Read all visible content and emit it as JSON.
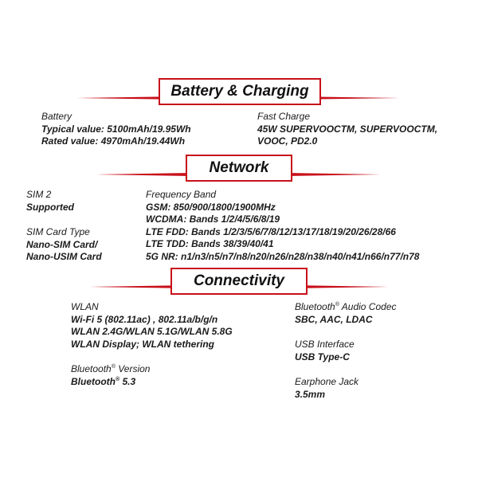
{
  "sections": {
    "battery": {
      "title": "Battery & Charging",
      "left": {
        "heading": "Battery",
        "lines": [
          "Typical value: 5100mAh/19.95Wh",
          "Rated value: 4970mAh/19.44Wh"
        ]
      },
      "right": {
        "heading": "Fast Charge",
        "lines": [
          "45W SUPERVOOCTM, SUPERVOOCTM,",
          "VOOC, PD2.0"
        ]
      }
    },
    "network": {
      "title": "Network",
      "sim": {
        "lines": [
          "SIM 2",
          "Supported"
        ]
      },
      "sim_type": {
        "lines": [
          "SIM Card Type",
          "Nano-SIM Card/",
          "Nano-USIM Card"
        ]
      },
      "bands": {
        "lines": [
          "Frequency Band",
          "GSM: 850/900/1800/1900MHz",
          "WCDMA: Bands 1/2/4/5/6/8/19",
          "LTE FDD: Bands 1/2/3/5/6/7/8/12/13/17/18/19/20/26/28/66",
          "LTE TDD: Bands 38/39/40/41",
          "5G NR: n1/n3/n5/n7/n8/n20/n26/n28/n38/n40/n41/n66/n77/n78"
        ]
      }
    },
    "connectivity": {
      "title": "Connectivity",
      "wlan": {
        "lines": [
          "WLAN",
          "Wi-Fi 5 (802.11ac) , 802.11a/b/g/n",
          "WLAN 2.4G/WLAN 5.1G/WLAN 5.8G",
          "WLAN Display; WLAN tethering"
        ]
      },
      "bt_version": {
        "heading": "Bluetooth",
        "heading_suffix": " Version",
        "value": "Bluetooth",
        "value_suffix": " 5.3",
        "reg": "®"
      },
      "bt_codec": {
        "heading": "Bluetooth",
        "heading_suffix": " Audio Codec",
        "value": "SBC, AAC, LDAC",
        "reg": "®"
      },
      "usb": {
        "heading": "USB Interface",
        "value": "USB Type-C"
      },
      "jack": {
        "heading": "Earphone Jack",
        "value": "3.5mm"
      }
    }
  },
  "colors": {
    "accent": "#c8101a"
  }
}
